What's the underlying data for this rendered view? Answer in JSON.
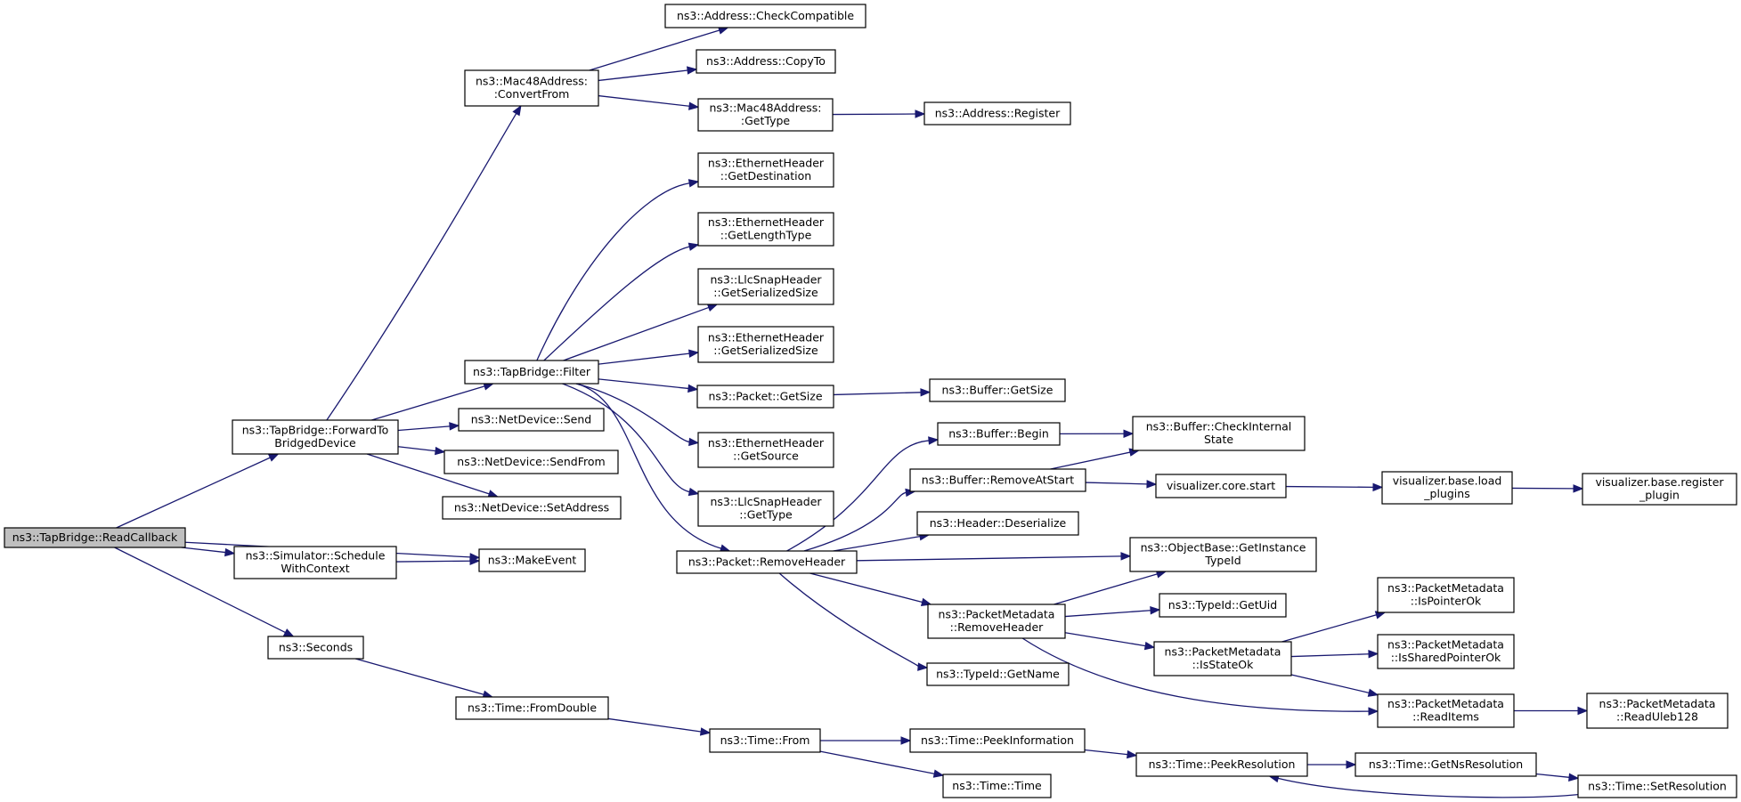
{
  "graph": {
    "type": "call-graph",
    "colors": {
      "edge": "#191970",
      "node_fill": "#ffffff",
      "root_fill": "#bfbfbf",
      "border": "#000000"
    },
    "nodes": [
      {
        "id": "root",
        "lines": [
          "ns3::TapBridge::ReadCallback"
        ],
        "root": true
      },
      {
        "id": "forward",
        "lines": [
          "ns3::TapBridge::ForwardTo",
          "BridgedDevice"
        ]
      },
      {
        "id": "schedule",
        "lines": [
          "ns3::Simulator::Schedule",
          "WithContext"
        ]
      },
      {
        "id": "seconds",
        "lines": [
          "ns3::Seconds"
        ]
      },
      {
        "id": "makeevent",
        "lines": [
          "ns3::MakeEvent"
        ]
      },
      {
        "id": "fromdouble",
        "lines": [
          "ns3::Time::FromDouble"
        ]
      },
      {
        "id": "timefrom",
        "lines": [
          "ns3::Time::From"
        ]
      },
      {
        "id": "peekinfo",
        "lines": [
          "ns3::Time::PeekInformation"
        ]
      },
      {
        "id": "timetime",
        "lines": [
          "ns3::Time::Time"
        ]
      },
      {
        "id": "peekres",
        "lines": [
          "ns3::Time::PeekResolution"
        ]
      },
      {
        "id": "getnsres",
        "lines": [
          "ns3::Time::GetNsResolution"
        ]
      },
      {
        "id": "setres",
        "lines": [
          "ns3::Time::SetResolution"
        ]
      },
      {
        "id": "convertfrom",
        "lines": [
          "ns3::Mac48Address:",
          ":ConvertFrom"
        ]
      },
      {
        "id": "checkcompat",
        "lines": [
          "ns3::Address::CheckCompatible"
        ]
      },
      {
        "id": "copyto",
        "lines": [
          "ns3::Address::CopyTo"
        ]
      },
      {
        "id": "gettype48",
        "lines": [
          "ns3::Mac48Address:",
          ":GetType"
        ]
      },
      {
        "id": "register",
        "lines": [
          "ns3::Address::Register"
        ]
      },
      {
        "id": "filter",
        "lines": [
          "ns3::TapBridge::Filter"
        ]
      },
      {
        "id": "send",
        "lines": [
          "ns3::NetDevice::Send"
        ]
      },
      {
        "id": "sendfrom",
        "lines": [
          "ns3::NetDevice::SendFrom"
        ]
      },
      {
        "id": "setaddress",
        "lines": [
          "ns3::NetDevice::SetAddress"
        ]
      },
      {
        "id": "getdest",
        "lines": [
          "ns3::EthernetHeader",
          "::GetDestination"
        ]
      },
      {
        "id": "getlentype",
        "lines": [
          "ns3::EthernetHeader",
          "::GetLengthType"
        ]
      },
      {
        "id": "llcsersize",
        "lines": [
          "ns3::LlcSnapHeader",
          "::GetSerializedSize"
        ]
      },
      {
        "id": "ethsersize",
        "lines": [
          "ns3::EthernetHeader",
          "::GetSerializedSize"
        ]
      },
      {
        "id": "pktgetsize",
        "lines": [
          "ns3::Packet::GetSize"
        ]
      },
      {
        "id": "bufgetsize",
        "lines": [
          "ns3::Buffer::GetSize"
        ]
      },
      {
        "id": "getsource",
        "lines": [
          "ns3::EthernetHeader",
          "::GetSource"
        ]
      },
      {
        "id": "llcgettype",
        "lines": [
          "ns3::LlcSnapHeader",
          "::GetType"
        ]
      },
      {
        "id": "removeheader",
        "lines": [
          "ns3::Packet::RemoveHeader"
        ]
      },
      {
        "id": "bufbegin",
        "lines": [
          "ns3::Buffer::Begin"
        ]
      },
      {
        "id": "bufremove",
        "lines": [
          "ns3::Buffer::RemoveAtStart"
        ]
      },
      {
        "id": "deserialize",
        "lines": [
          "ns3::Header::Deserialize"
        ]
      },
      {
        "id": "pmremove",
        "lines": [
          "ns3::PacketMetadata",
          "::RemoveHeader"
        ]
      },
      {
        "id": "getname",
        "lines": [
          "ns3::TypeId::GetName"
        ]
      },
      {
        "id": "checkinternal",
        "lines": [
          "ns3::Buffer::CheckInternal",
          "State"
        ]
      },
      {
        "id": "vizstart",
        "lines": [
          "visualizer.core.start"
        ]
      },
      {
        "id": "vizload",
        "lines": [
          "visualizer.base.load",
          "_plugins"
        ]
      },
      {
        "id": "vizregister",
        "lines": [
          "visualizer.base.register",
          "_plugin"
        ]
      },
      {
        "id": "getinstance",
        "lines": [
          "ns3::ObjectBase::GetInstance",
          "TypeId"
        ]
      },
      {
        "id": "getuid",
        "lines": [
          "ns3::TypeId::GetUid"
        ]
      },
      {
        "id": "isstateok",
        "lines": [
          "ns3::PacketMetadata",
          "::IsStateOk"
        ]
      },
      {
        "id": "ispointerok",
        "lines": [
          "ns3::PacketMetadata",
          "::IsPointerOk"
        ]
      },
      {
        "id": "issharedok",
        "lines": [
          "ns3::PacketMetadata",
          "::IsSharedPointerOk"
        ]
      },
      {
        "id": "readitems",
        "lines": [
          "ns3::PacketMetadata",
          "::ReadItems"
        ]
      },
      {
        "id": "readuleb",
        "lines": [
          "ns3::PacketMetadata",
          "::ReadUleb128"
        ]
      }
    ],
    "edges": [
      [
        "root",
        "forward"
      ],
      [
        "root",
        "makeevent"
      ],
      [
        "root",
        "schedule"
      ],
      [
        "root",
        "seconds"
      ],
      [
        "forward",
        "convertfrom"
      ],
      [
        "forward",
        "filter"
      ],
      [
        "forward",
        "send"
      ],
      [
        "forward",
        "sendfrom"
      ],
      [
        "forward",
        "setaddress"
      ],
      [
        "schedule",
        "makeevent"
      ],
      [
        "seconds",
        "fromdouble"
      ],
      [
        "fromdouble",
        "timefrom"
      ],
      [
        "timefrom",
        "peekinfo"
      ],
      [
        "timefrom",
        "timetime"
      ],
      [
        "peekinfo",
        "peekres"
      ],
      [
        "peekres",
        "getnsres"
      ],
      [
        "getnsres",
        "setres"
      ],
      [
        "setres",
        "peekres"
      ],
      [
        "convertfrom",
        "checkcompat"
      ],
      [
        "convertfrom",
        "copyto"
      ],
      [
        "convertfrom",
        "gettype48"
      ],
      [
        "gettype48",
        "register"
      ],
      [
        "filter",
        "getdest"
      ],
      [
        "filter",
        "getlentype"
      ],
      [
        "filter",
        "llcsersize"
      ],
      [
        "filter",
        "ethsersize"
      ],
      [
        "filter",
        "pktgetsize"
      ],
      [
        "filter",
        "getsource"
      ],
      [
        "filter",
        "llcgettype"
      ],
      [
        "filter",
        "removeheader"
      ],
      [
        "pktgetsize",
        "bufgetsize"
      ],
      [
        "removeheader",
        "bufbegin"
      ],
      [
        "removeheader",
        "bufremove"
      ],
      [
        "removeheader",
        "deserialize"
      ],
      [
        "removeheader",
        "getinstance"
      ],
      [
        "removeheader",
        "pmremove"
      ],
      [
        "removeheader",
        "getname"
      ],
      [
        "bufbegin",
        "checkinternal"
      ],
      [
        "bufremove",
        "checkinternal"
      ],
      [
        "bufremove",
        "vizstart"
      ],
      [
        "vizstart",
        "vizload"
      ],
      [
        "vizload",
        "vizregister"
      ],
      [
        "pmremove",
        "getinstance"
      ],
      [
        "pmremove",
        "getuid"
      ],
      [
        "pmremove",
        "isstateok"
      ],
      [
        "pmremove",
        "readitems"
      ],
      [
        "isstateok",
        "ispointerok"
      ],
      [
        "isstateok",
        "issharedok"
      ],
      [
        "isstateok",
        "readitems"
      ],
      [
        "readitems",
        "readuleb"
      ]
    ]
  }
}
